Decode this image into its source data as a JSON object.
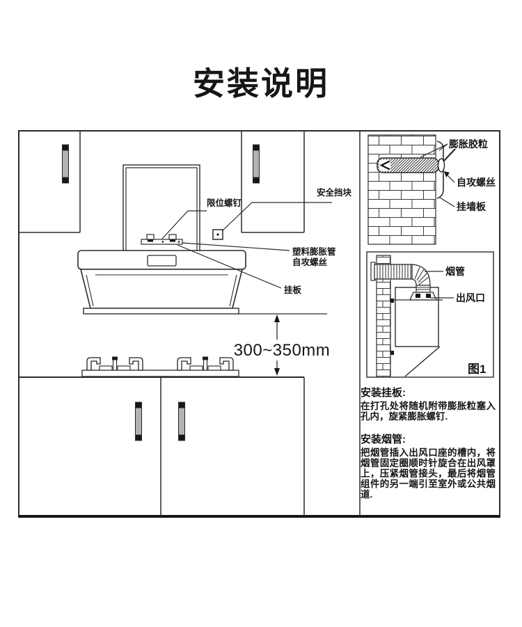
{
  "title": "安装说明",
  "colors": {
    "ink": "#1a1a1a",
    "handle_gray": "#b3b3b3"
  },
  "diagram": {
    "dimension_label": "300~350mm",
    "labels": {
      "limit_screw": "限位螺钉",
      "safety_block": "安全挡块",
      "plastic_expansion_tube": "塑料膨胀管",
      "self_tapping_screw": "自攻螺丝",
      "hanging_plate": "挂板"
    }
  },
  "detail_panel": {
    "fig_wall_mount": {
      "expansion_plug": "膨胀胶粒",
      "self_tapping_screw": "自攻螺丝",
      "wall_plate": "挂墙板"
    },
    "fig_duct": {
      "smoke_pipe": "烟管",
      "air_outlet": "出风口",
      "figure_caption": "图1"
    },
    "sections": [
      {
        "heading": "安装挂板:",
        "body": "在打孔处将随机附带膨胀粒塞入孔内，旋紧膨胀螺钉."
      },
      {
        "heading": "安装烟管:",
        "body": "把烟管插入出风口座的槽内，将烟管固定圈顺时针旋合在出风罩上，压紧烟管接头，最后将烟管组件的另一端引至室外或公共烟道."
      }
    ]
  }
}
